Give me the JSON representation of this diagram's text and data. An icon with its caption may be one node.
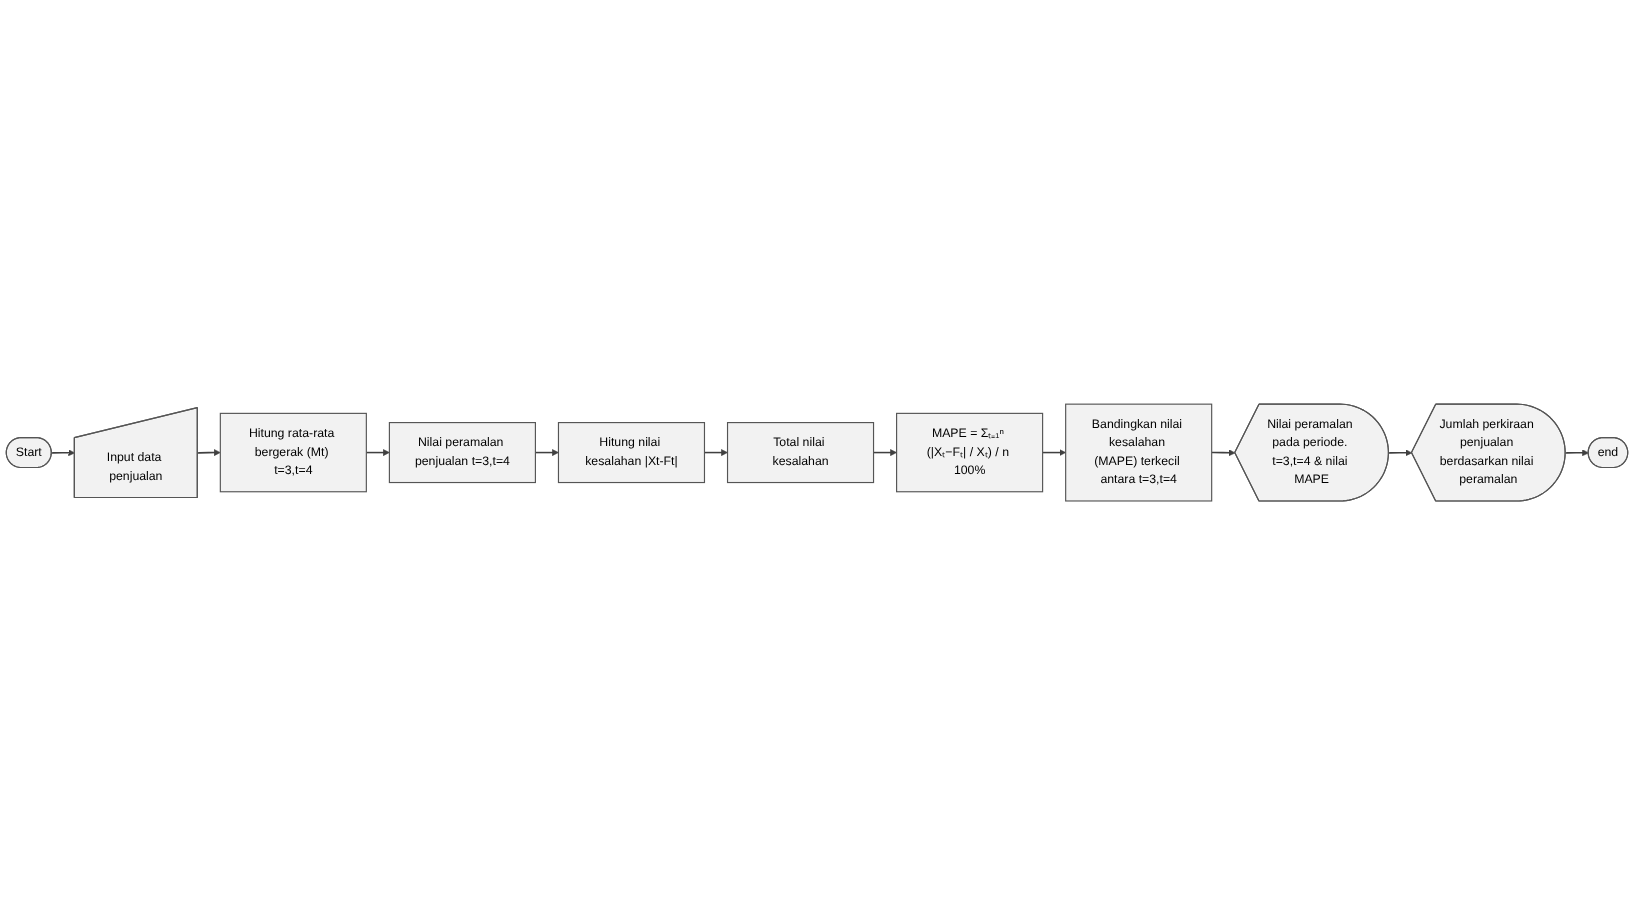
{
  "diagram": {
    "nodes": [
      {
        "text": [
          "Start"
        ]
      },
      {
        "text": [
          "Input data penjualan"
        ]
      },
      {
        "text": [
          "Hitung rata-rata bergerak (Mt) t=3,t=4"
        ]
      },
      {
        "text": [
          "Nilai peramalan penjualan t=3,t=4"
        ]
      },
      {
        "text": [
          "Hitung nilai kesalahan |Xt-Ft|"
        ]
      },
      {
        "text": [
          "Total nilai kesalahan"
        ]
      },
      {
        "text": [
          "MAPE = Σₜ₌₁ⁿ (|Xₜ−Fₜ| / Xₜ) / n 100%"
        ]
      },
      {
        "text": [
          "Bandingkan nilai kesalahan (MAPE) terkecil antara t=3,t=4"
        ]
      },
      {
        "text": [
          "Nilai peramalan pada periode. t=3,t=4 & nilai MAPE"
        ]
      },
      {
        "text": [
          "Jumlah perkiraan penjualan berdasarkan nilai peramalan"
        ]
      },
      {
        "text": [
          "end"
        ]
      }
    ],
    "edges": [
      {
        "from": 0,
        "to": 1,
        "arrow": "to"
      },
      {
        "from": 1,
        "to": 2,
        "arrow": "to"
      },
      {
        "from": 2,
        "to": 3,
        "arrow": "to"
      },
      {
        "from": 3,
        "to": 4,
        "arrow": "to"
      },
      {
        "from": 4,
        "to": 5,
        "arrow": "to"
      },
      {
        "from": 5,
        "to": 6,
        "arrow": "to"
      },
      {
        "from": 6,
        "to": 7,
        "arrow": "to"
      },
      {
        "from": 7,
        "to": 8,
        "arrow": "to"
      },
      {
        "from": 8,
        "to": 9,
        "arrow": "to"
      },
      {
        "from": 9,
        "to": 10,
        "arrow": "to"
      }
    ]
  }
}
